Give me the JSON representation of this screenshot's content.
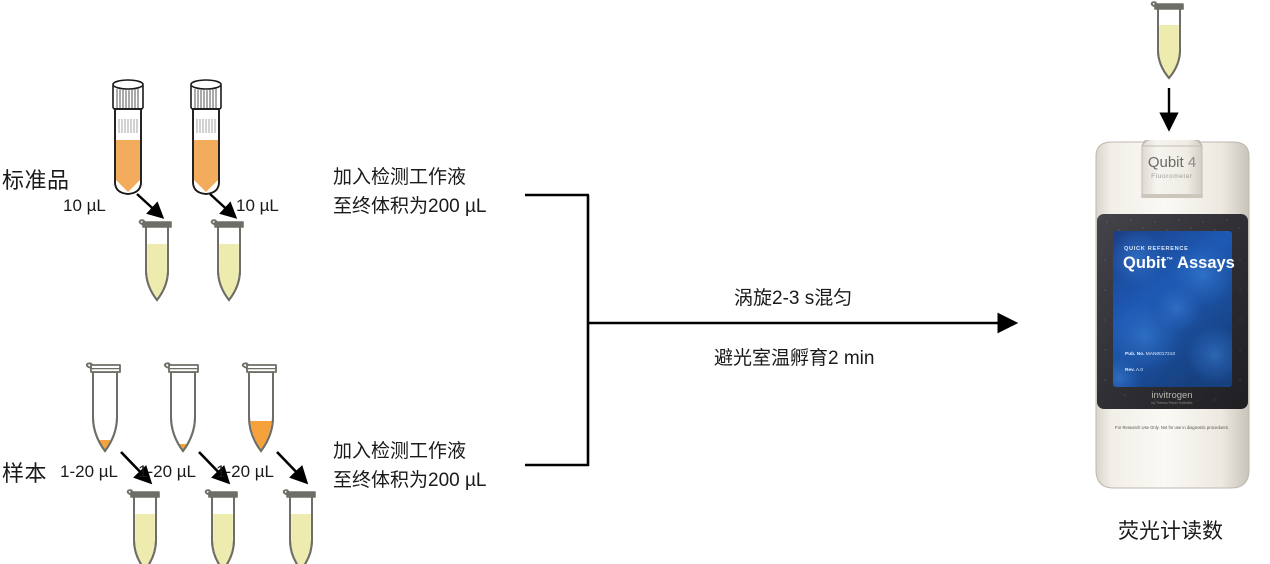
{
  "diagram": {
    "title_alt": "Qubit fluorometer assay workflow",
    "colors": {
      "standard_liquid": "#F2AC5C",
      "sample_liquid": "#F5A23C",
      "assay_liquid": "#EDEBAE",
      "tube_outline": "#6E6E66",
      "line": "#000000",
      "device_body": "#EDEAE3",
      "device_bezel": "#3A3A3A",
      "screen_blue": "#1B4C9E"
    }
  },
  "rows": {
    "standard": {
      "label": "标准品",
      "source_tubes": [
        {
          "name": "standard-vial-1",
          "fill_pct": 55
        },
        {
          "name": "standard-vial-2",
          "fill_pct": 55
        }
      ],
      "transfers": [
        {
          "volume": "10 µL"
        },
        {
          "volume": "10 µL"
        }
      ],
      "dest_tubes": [
        {
          "name": "standard-assay-tube-1"
        },
        {
          "name": "standard-assay-tube-2"
        }
      ],
      "step_text_line1": "加入检测工作液",
      "step_text_line2": "至终体积为200 µL"
    },
    "sample": {
      "label": "样本",
      "source_tubes": [
        {
          "name": "sample-tube-1",
          "fill_pct": 14
        },
        {
          "name": "sample-tube-2",
          "fill_pct": 8
        },
        {
          "name": "sample-tube-3",
          "fill_pct": 36
        }
      ],
      "transfers": [
        {
          "volume": "1-20 µL"
        },
        {
          "volume": "1-20 µL"
        },
        {
          "volume": "1-20 µL"
        }
      ],
      "dest_tubes": [
        {
          "name": "sample-assay-tube-1"
        },
        {
          "name": "sample-assay-tube-2"
        },
        {
          "name": "sample-assay-tube-3"
        }
      ],
      "step_text_line1": "加入检测工作液",
      "step_text_line2": "至终体积为200 µL"
    }
  },
  "middle": {
    "above_arrow": "涡旋2-3 s混匀",
    "below_arrow": "避光室温孵育2 min"
  },
  "instrument": {
    "loaded_tube_name": "loaded-assay-tube",
    "lid_title": "Qubit 4",
    "lid_subtitle": "Fluorometer",
    "screen": {
      "eyebrow": "QUICK REFERENCE",
      "heading": "Qubit",
      "heading_tm": "™",
      "heading_tail": " Assays",
      "pub_label": "Pub. No.",
      "pub_value": "MAN0017210",
      "rev_label": "Rev.",
      "rev_value": "A.0"
    },
    "brand": "invitrogen",
    "brand_sub": "by Thermo Fisher Scientific",
    "footer_note": "For Research Use Only. Not for use in diagnostic procedures.",
    "caption": "荧光计读数"
  }
}
